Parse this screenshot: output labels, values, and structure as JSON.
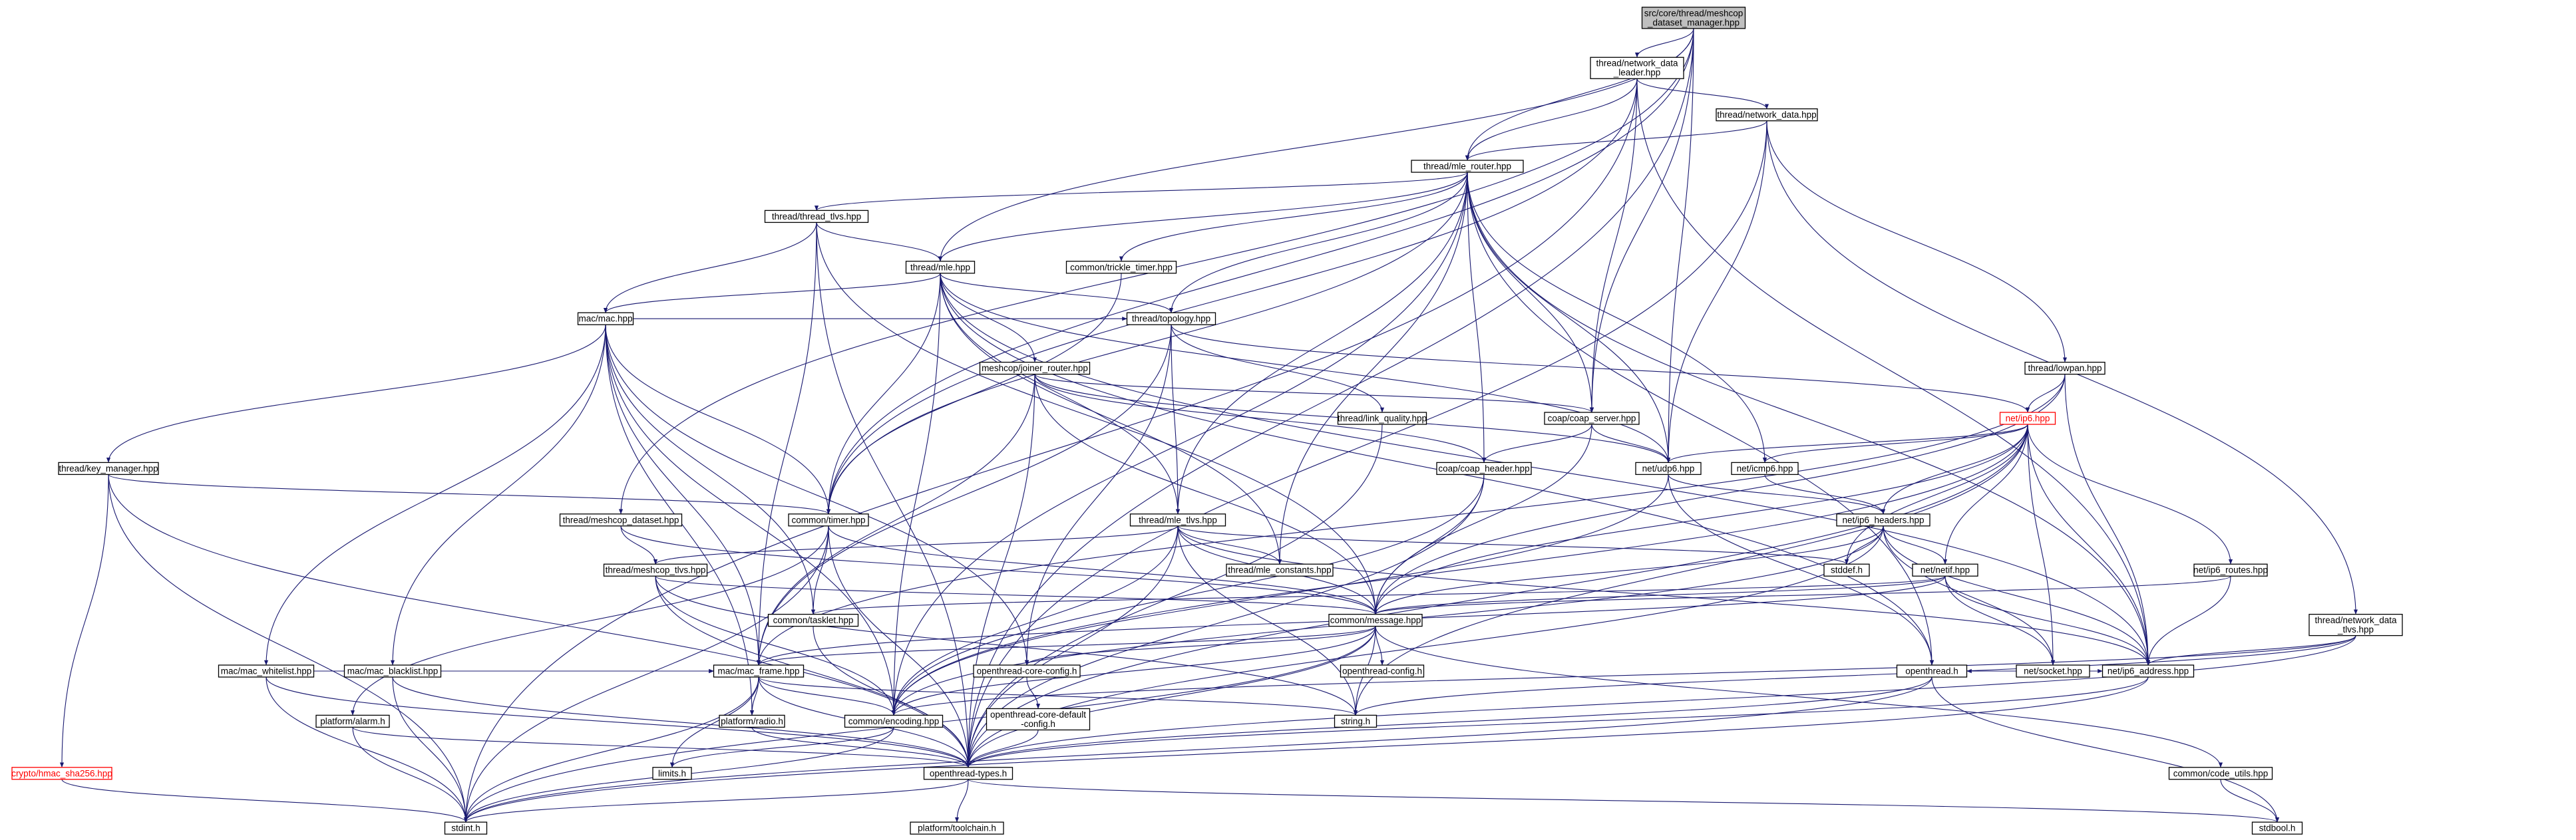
{
  "colors": {
    "edge": "#191970",
    "node_border": "#000000",
    "node_fill": "#ffffff",
    "root_fill": "#bfbfbf",
    "truncated_border": "#ff0000",
    "truncated_text": "#ff0000",
    "text": "#000000"
  },
  "graph": {
    "root": "src/core/thread/meshcop_dataset_manager.hpp",
    "nodes": [
      {
        "id": "root",
        "lines": [
          "src/core/thread/meshcop",
          "_dataset_manager.hpp"
        ],
        "style": "root"
      },
      {
        "id": "ndl",
        "lines": [
          "thread/network_data",
          "_leader.hpp"
        ]
      },
      {
        "id": "nd",
        "lines": [
          "thread/network_data.hpp"
        ]
      },
      {
        "id": "mler",
        "lines": [
          "thread/mle_router.hpp"
        ]
      },
      {
        "id": "ttlv",
        "lines": [
          "thread/thread_tlvs.hpp"
        ]
      },
      {
        "id": "trickle",
        "lines": [
          "common/trickle_timer.hpp"
        ]
      },
      {
        "id": "mle",
        "lines": [
          "thread/mle.hpp"
        ]
      },
      {
        "id": "mac",
        "lines": [
          "mac/mac.hpp"
        ]
      },
      {
        "id": "topo",
        "lines": [
          "thread/topology.hpp"
        ]
      },
      {
        "id": "joiner",
        "lines": [
          "meshcop/joiner_router.hpp"
        ]
      },
      {
        "id": "lowpan",
        "lines": [
          "thread/lowpan.hpp"
        ]
      },
      {
        "id": "ip6",
        "lines": [
          "net/ip6.hpp"
        ],
        "style": "truncated"
      },
      {
        "id": "lq",
        "lines": [
          "thread/link_quality.hpp"
        ]
      },
      {
        "id": "coapsrv",
        "lines": [
          "coap/coap_server.hpp"
        ]
      },
      {
        "id": "keymgr",
        "lines": [
          "thread/key_manager.hpp"
        ]
      },
      {
        "id": "coaphdr",
        "lines": [
          "coap/coap_header.hpp"
        ]
      },
      {
        "id": "udp6",
        "lines": [
          "net/udp6.hpp"
        ]
      },
      {
        "id": "icmp6",
        "lines": [
          "net/icmp6.hpp"
        ]
      },
      {
        "id": "mcds",
        "lines": [
          "thread/meshcop_dataset.hpp"
        ]
      },
      {
        "id": "timer",
        "lines": [
          "common/timer.hpp"
        ]
      },
      {
        "id": "mletlvs",
        "lines": [
          "thread/mle_tlvs.hpp"
        ]
      },
      {
        "id": "ip6hdr",
        "lines": [
          "net/ip6_headers.hpp"
        ]
      },
      {
        "id": "ip6routes",
        "lines": [
          "net/ip6_routes.hpp"
        ]
      },
      {
        "id": "mcptlvs",
        "lines": [
          "thread/meshcop_tlvs.hpp"
        ]
      },
      {
        "id": "mleconst",
        "lines": [
          "thread/mle_constants.hpp"
        ]
      },
      {
        "id": "stddef",
        "lines": [
          "stddef.h"
        ]
      },
      {
        "id": "netif",
        "lines": [
          "net/netif.hpp"
        ]
      },
      {
        "id": "tasklet",
        "lines": [
          "common/tasklet.hpp"
        ]
      },
      {
        "id": "msg",
        "lines": [
          "common/message.hpp"
        ]
      },
      {
        "id": "socket",
        "lines": [
          "net/socket.hpp"
        ]
      },
      {
        "id": "ndtlvs",
        "lines": [
          "thread/network_data",
          "_tlvs.hpp"
        ]
      },
      {
        "id": "whitelist",
        "lines": [
          "mac/mac_whitelist.hpp"
        ]
      },
      {
        "id": "blacklist",
        "lines": [
          "mac/mac_blacklist.hpp"
        ]
      },
      {
        "id": "macframe",
        "lines": [
          "mac/mac_frame.hpp"
        ]
      },
      {
        "id": "corecfg",
        "lines": [
          "openthread-core-config.h"
        ]
      },
      {
        "id": "otcfg",
        "lines": [
          "openthread-config.h"
        ]
      },
      {
        "id": "ot",
        "lines": [
          "openthread.h"
        ]
      },
      {
        "id": "ip6addr",
        "lines": [
          "net/ip6_address.hpp"
        ]
      },
      {
        "id": "alarm",
        "lines": [
          "platform/alarm.h"
        ]
      },
      {
        "id": "radio",
        "lines": [
          "platform/radio.h"
        ]
      },
      {
        "id": "encoding",
        "lines": [
          "common/encoding.hpp"
        ]
      },
      {
        "id": "coredef",
        "lines": [
          "openthread-core-default",
          "-config.h"
        ]
      },
      {
        "id": "string",
        "lines": [
          "string.h"
        ]
      },
      {
        "id": "hmac",
        "lines": [
          "crypto/hmac_sha256.hpp"
        ],
        "style": "truncated"
      },
      {
        "id": "limits",
        "lines": [
          "limits.h"
        ]
      },
      {
        "id": "ottypes",
        "lines": [
          "openthread-types.h"
        ]
      },
      {
        "id": "codeutils",
        "lines": [
          "common/code_utils.hpp"
        ]
      },
      {
        "id": "stdint",
        "lines": [
          "stdint.h"
        ]
      },
      {
        "id": "toolchain",
        "lines": [
          "platform/toolchain.h"
        ]
      },
      {
        "id": "stdbool",
        "lines": [
          "stdbool.h"
        ]
      }
    ],
    "edges": [
      [
        "root",
        "ndl"
      ],
      [
        "root",
        "mler"
      ],
      [
        "root",
        "mle"
      ],
      [
        "root",
        "coapsrv"
      ],
      [
        "root",
        "udp6"
      ],
      [
        "root",
        "mcds"
      ],
      [
        "root",
        "timer"
      ],
      [
        "root",
        "ottypes"
      ],
      [
        "ndl",
        "nd"
      ],
      [
        "ndl",
        "mler"
      ],
      [
        "ndl",
        "coapsrv"
      ],
      [
        "ndl",
        "timer"
      ],
      [
        "ndl",
        "ip6addr"
      ],
      [
        "ndl",
        "stdint"
      ],
      [
        "nd",
        "mler"
      ],
      [
        "nd",
        "lowpan"
      ],
      [
        "nd",
        "udp6"
      ],
      [
        "nd",
        "ndtlvs"
      ],
      [
        "nd",
        "ottypes"
      ],
      [
        "mler",
        "ttlv"
      ],
      [
        "mler",
        "trickle"
      ],
      [
        "mler",
        "mle"
      ],
      [
        "mler",
        "topo"
      ],
      [
        "mler",
        "coapsrv"
      ],
      [
        "mler",
        "coaphdr"
      ],
      [
        "mler",
        "udp6"
      ],
      [
        "mler",
        "icmp6"
      ],
      [
        "mler",
        "mletlvs"
      ],
      [
        "mler",
        "timer"
      ],
      [
        "mler",
        "mleconst"
      ],
      [
        "mler",
        "ot"
      ],
      [
        "mler",
        "encoding"
      ],
      [
        "mler",
        "ip6addr"
      ],
      [
        "ttlv",
        "mle"
      ],
      [
        "ttlv",
        "mac"
      ],
      [
        "ttlv",
        "msg"
      ],
      [
        "ttlv",
        "ottypes"
      ],
      [
        "ttlv",
        "macframe"
      ],
      [
        "trickle",
        "timer"
      ],
      [
        "mle",
        "mac"
      ],
      [
        "mle",
        "topo"
      ],
      [
        "mle",
        "joiner"
      ],
      [
        "mle",
        "mletlvs"
      ],
      [
        "mle",
        "udp6"
      ],
      [
        "mle",
        "timer"
      ],
      [
        "mle",
        "mleconst"
      ],
      [
        "mle",
        "encoding"
      ],
      [
        "mle",
        "ot"
      ],
      [
        "mle",
        "ip6addr"
      ],
      [
        "mac",
        "topo"
      ],
      [
        "mac",
        "keymgr"
      ],
      [
        "mac",
        "whitelist"
      ],
      [
        "mac",
        "blacklist"
      ],
      [
        "mac",
        "macframe"
      ],
      [
        "mac",
        "timer"
      ],
      [
        "mac",
        "tasklet"
      ],
      [
        "mac",
        "corecfg"
      ],
      [
        "mac",
        "radio"
      ],
      [
        "mac",
        "encoding"
      ],
      [
        "topo",
        "lq"
      ],
      [
        "topo",
        "ip6"
      ],
      [
        "topo",
        "mletlvs"
      ],
      [
        "topo",
        "macframe"
      ],
      [
        "topo",
        "corecfg"
      ],
      [
        "joiner",
        "coapsrv"
      ],
      [
        "joiner",
        "udp6"
      ],
      [
        "joiner",
        "msg"
      ],
      [
        "joiner",
        "macframe"
      ],
      [
        "joiner",
        "ottypes"
      ],
      [
        "joiner",
        "coaphdr"
      ],
      [
        "lowpan",
        "ip6"
      ],
      [
        "lowpan",
        "msg"
      ],
      [
        "lowpan",
        "macframe"
      ],
      [
        "lowpan",
        "ip6addr"
      ],
      [
        "ip6",
        "udp6"
      ],
      [
        "ip6",
        "icmp6"
      ],
      [
        "ip6",
        "ip6hdr"
      ],
      [
        "ip6",
        "ip6routes"
      ],
      [
        "ip6",
        "netif"
      ],
      [
        "ip6",
        "socket"
      ],
      [
        "ip6",
        "msg"
      ],
      [
        "ip6",
        "stddef"
      ],
      [
        "ip6",
        "encoding"
      ],
      [
        "ip6",
        "ip6addr"
      ],
      [
        "ip6",
        "string"
      ],
      [
        "ip6",
        "ottypes"
      ],
      [
        "lq",
        "ottypes"
      ],
      [
        "coapsrv",
        "coaphdr"
      ],
      [
        "coapsrv",
        "udp6"
      ],
      [
        "coapsrv",
        "msg"
      ],
      [
        "keymgr",
        "hmac"
      ],
      [
        "keymgr",
        "timer"
      ],
      [
        "keymgr",
        "stdint"
      ],
      [
        "keymgr",
        "ottypes"
      ],
      [
        "coaphdr",
        "msg"
      ],
      [
        "coaphdr",
        "encoding"
      ],
      [
        "coaphdr",
        "ottypes"
      ],
      [
        "udp6",
        "ip6hdr"
      ],
      [
        "udp6",
        "ot"
      ],
      [
        "udp6",
        "encoding"
      ],
      [
        "icmp6",
        "ip6hdr"
      ],
      [
        "mcds",
        "mcptlvs"
      ],
      [
        "mcds",
        "msg"
      ],
      [
        "timer",
        "tasklet"
      ],
      [
        "timer",
        "alarm"
      ],
      [
        "timer",
        "stdint"
      ],
      [
        "timer",
        "ottypes"
      ],
      [
        "timer",
        "msg"
      ],
      [
        "mletlvs",
        "mleconst"
      ],
      [
        "mletlvs",
        "msg"
      ],
      [
        "mletlvs",
        "stddef"
      ],
      [
        "mletlvs",
        "string"
      ],
      [
        "mletlvs",
        "ottypes"
      ],
      [
        "mletlvs",
        "ip6addr"
      ],
      [
        "mletlvs",
        "encoding"
      ],
      [
        "mletlvs",
        "mcptlvs"
      ],
      [
        "ip6hdr",
        "netif"
      ],
      [
        "ip6hdr",
        "socket"
      ],
      [
        "ip6hdr",
        "msg"
      ],
      [
        "ip6hdr",
        "stddef"
      ],
      [
        "ip6hdr",
        "encoding"
      ],
      [
        "ip6hdr",
        "ip6addr"
      ],
      [
        "ip6hdr",
        "ottypes"
      ],
      [
        "ip6routes",
        "msg"
      ],
      [
        "ip6routes",
        "ip6addr"
      ],
      [
        "mcptlvs",
        "msg"
      ],
      [
        "mcptlvs",
        "encoding"
      ],
      [
        "mcptlvs",
        "ottypes"
      ],
      [
        "mcptlvs",
        "string"
      ],
      [
        "netif",
        "socket"
      ],
      [
        "netif",
        "msg"
      ],
      [
        "netif",
        "tasklet"
      ],
      [
        "netif",
        "ip6addr"
      ],
      [
        "netif",
        "macframe"
      ],
      [
        "tasklet",
        "ottypes"
      ],
      [
        "msg",
        "macframe"
      ],
      [
        "msg",
        "corecfg"
      ],
      [
        "msg",
        "otcfg"
      ],
      [
        "msg",
        "codeutils"
      ],
      [
        "msg",
        "string"
      ],
      [
        "msg",
        "stdint"
      ],
      [
        "msg",
        "ottypes"
      ],
      [
        "msg",
        "encoding"
      ],
      [
        "socket",
        "ip6addr"
      ],
      [
        "socket",
        "ot"
      ],
      [
        "ndtlvs",
        "ip6addr"
      ],
      [
        "ndtlvs",
        "encoding"
      ],
      [
        "ndtlvs",
        "string"
      ],
      [
        "ndtlvs",
        "ottypes"
      ],
      [
        "whitelist",
        "macframe"
      ],
      [
        "whitelist",
        "stdint"
      ],
      [
        "whitelist",
        "ottypes"
      ],
      [
        "blacklist",
        "macframe"
      ],
      [
        "blacklist",
        "stdint"
      ],
      [
        "blacklist",
        "ottypes"
      ],
      [
        "macframe",
        "radio"
      ],
      [
        "macframe",
        "encoding"
      ],
      [
        "macframe",
        "limits"
      ],
      [
        "macframe",
        "string"
      ],
      [
        "macframe",
        "stdint"
      ],
      [
        "macframe",
        "ottypes"
      ],
      [
        "corecfg",
        "coredef"
      ],
      [
        "ot",
        "ottypes"
      ],
      [
        "ot",
        "stdbool"
      ],
      [
        "ot",
        "stdint"
      ],
      [
        "ip6addr",
        "ottypes"
      ],
      [
        "ip6addr",
        "stdint"
      ],
      [
        "alarm",
        "ottypes"
      ],
      [
        "alarm",
        "stdint"
      ],
      [
        "radio",
        "ottypes"
      ],
      [
        "encoding",
        "limits"
      ],
      [
        "encoding",
        "stdint"
      ],
      [
        "coredef",
        "ottypes"
      ],
      [
        "hmac",
        "stdint"
      ],
      [
        "ottypes",
        "stdint"
      ],
      [
        "ottypes",
        "stdbool"
      ],
      [
        "ottypes",
        "toolchain"
      ],
      [
        "codeutils",
        "stdbool"
      ]
    ]
  }
}
